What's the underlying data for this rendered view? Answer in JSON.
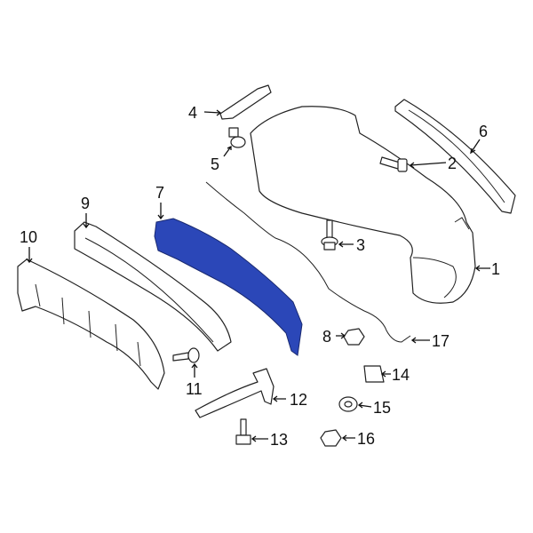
{
  "diagram": {
    "highlight_color": "#2b47b8",
    "callouts": [
      {
        "id": "1",
        "label": "1"
      },
      {
        "id": "2",
        "label": "2"
      },
      {
        "id": "3",
        "label": "3"
      },
      {
        "id": "4",
        "label": "4"
      },
      {
        "id": "5",
        "label": "5"
      },
      {
        "id": "6",
        "label": "6"
      },
      {
        "id": "7",
        "label": "7"
      },
      {
        "id": "8",
        "label": "8"
      },
      {
        "id": "9",
        "label": "9"
      },
      {
        "id": "10",
        "label": "10"
      },
      {
        "id": "11",
        "label": "11"
      },
      {
        "id": "12",
        "label": "12"
      },
      {
        "id": "13",
        "label": "13"
      },
      {
        "id": "14",
        "label": "14"
      },
      {
        "id": "15",
        "label": "15"
      },
      {
        "id": "16",
        "label": "16"
      },
      {
        "id": "17",
        "label": "17"
      }
    ]
  }
}
